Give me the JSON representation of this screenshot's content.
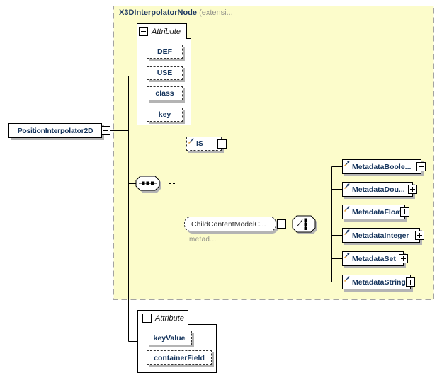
{
  "diagram": {
    "root": {
      "label": "PositionInterpolator2D"
    },
    "base_type": {
      "name": "X3DInterpolatorNode",
      "qualifier": "(extensi..."
    },
    "attr_group_1": {
      "label": "Attribute",
      "items": [
        "DEF",
        "USE",
        "class",
        "key"
      ]
    },
    "is_element": {
      "label": "IS"
    },
    "child_content_model": {
      "label": "ChildContentModelC...",
      "note": "metad..."
    },
    "metadata": [
      "MetadataBoole...",
      "MetadataDou...",
      "MetadataFloat",
      "MetadataInteger",
      "MetadataSet",
      "MetadataString"
    ],
    "attr_group_2": {
      "label": "Attribute",
      "items": [
        "keyValue",
        "containerField"
      ]
    },
    "colors": {
      "container_fill": "#fcfccb",
      "container_border": "#a3a3a3",
      "name_text": "#16355d",
      "muted_text": "#92928a",
      "shadow": "#b4b4b4",
      "icon_orange": "#e8a33d"
    }
  }
}
